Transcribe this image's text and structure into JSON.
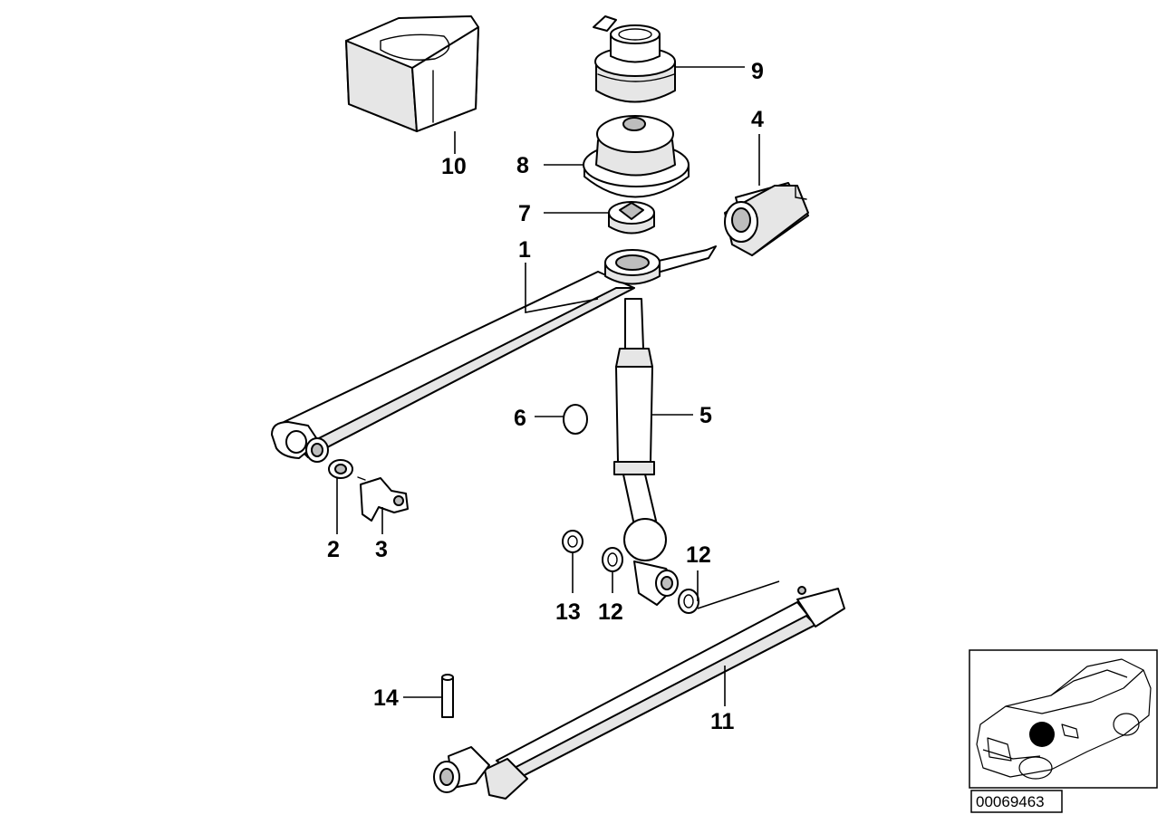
{
  "labels": {
    "p1": "1",
    "p2": "2",
    "p3": "3",
    "p4": "4",
    "p5": "5",
    "p6": "6",
    "p7": "7",
    "p8": "8",
    "p9": "9",
    "p10": "10",
    "p11": "11",
    "p12a": "12",
    "p12b": "12",
    "p13": "13",
    "p14": "14"
  },
  "thumbnail": {
    "code": "00069463"
  }
}
